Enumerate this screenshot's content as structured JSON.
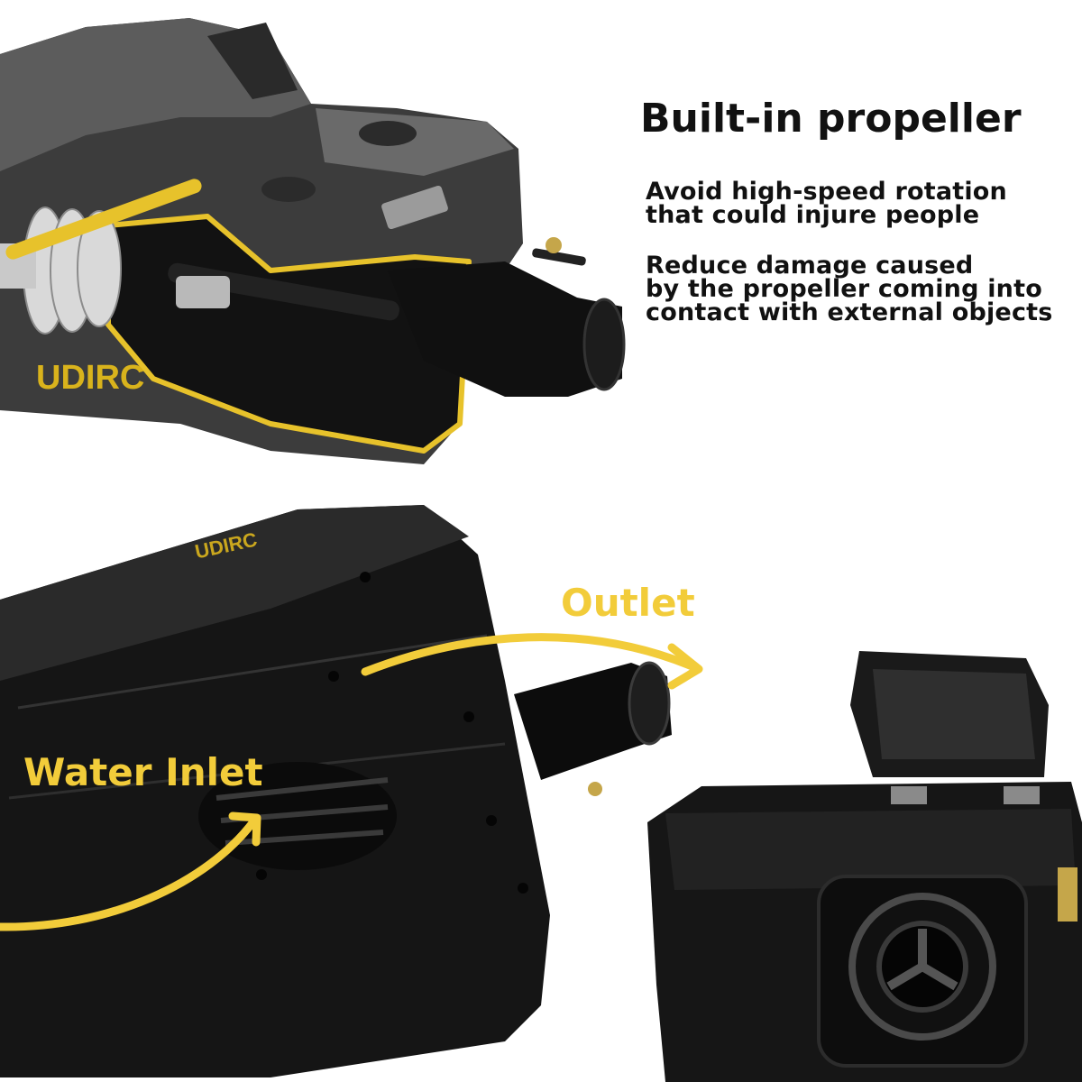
{
  "heading": "Built-in propeller",
  "features": [
    {
      "lines": [
        "Avoid high-speed rotation",
        "that could injure people"
      ]
    },
    {
      "lines": [
        "Reduce damage caused",
        "by the propeller coming into",
        "contact with external objects"
      ]
    }
  ],
  "callouts": {
    "outlet": "Outlet",
    "water_inlet": "Water Inlet"
  },
  "brand": "UDIRC",
  "colors": {
    "accent": "#f2cc3a",
    "hull_dark": "#141414",
    "hull_grey": "#4a4a4a",
    "background": "#ffffff",
    "text": "#111111"
  },
  "icons": {
    "propeller_cutaway": "boat-propeller-cutaway-image",
    "hull_underside": "boat-hull-underside-image",
    "rear_view": "boat-rear-jet-view-image",
    "outlet_arrow": "curved-arrow-icon",
    "inlet_arrow": "curved-arrow-icon"
  }
}
